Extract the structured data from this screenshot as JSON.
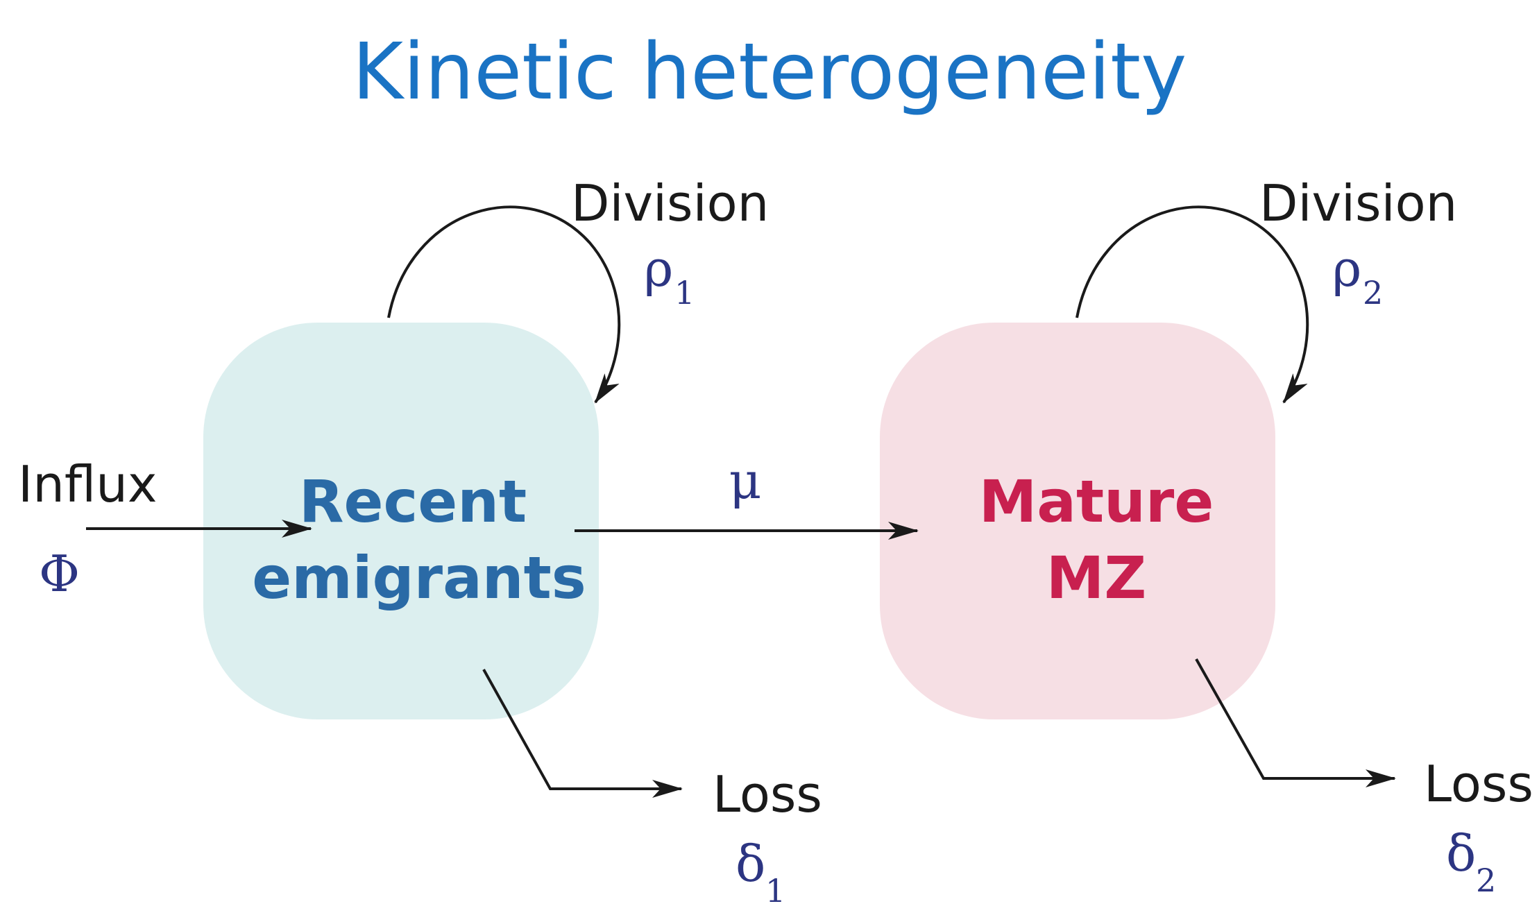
{
  "title": "Kinetic heterogeneity",
  "colors": {
    "title": "#1a73c4",
    "greek": "#2c3582",
    "recent_box_fill": "#dcefef",
    "recent_text": "#2a6aa6",
    "mature_box_fill": "#f6dfe4",
    "mature_text": "#c8204f",
    "arrow": "#1a1a1a"
  },
  "influx": {
    "label": "Influx",
    "symbol": "Φ"
  },
  "recent": {
    "line1": "Recent",
    "line2": "emigrants",
    "division_label": "Division",
    "division_symbol": "ρ",
    "division_sub": "1",
    "loss_label": "Loss",
    "loss_symbol": "δ",
    "loss_sub": "1"
  },
  "transition": {
    "symbol": "μ"
  },
  "mature": {
    "line1": "Mature",
    "line2": "MZ",
    "division_label": "Division",
    "division_symbol": "ρ",
    "division_sub": "2",
    "loss_label": "Loss",
    "loss_symbol": "δ",
    "loss_sub": "2"
  }
}
